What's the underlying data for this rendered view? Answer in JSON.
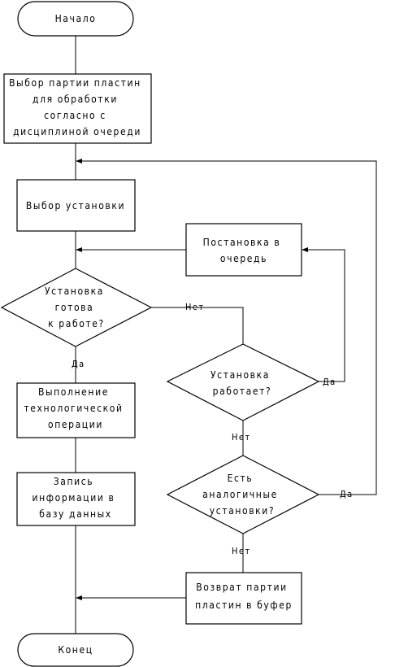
{
  "flowchart": {
    "start": "Начало",
    "select_batch": [
      "Выбор партии пластин",
      "для обработки",
      "согласно с",
      "дисциплиной очереди"
    ],
    "select_unit": "Выбор установки",
    "enqueue": [
      "Постановка в",
      "очередь"
    ],
    "unit_ready": [
      "Установка",
      "готова",
      "к работе?"
    ],
    "unit_working": [
      "Установка",
      "работает?"
    ],
    "process": [
      "Выполнение",
      "технологической",
      "операции"
    ],
    "record": [
      "Запись",
      "информации в",
      "базу данных"
    ],
    "similar_units": [
      "Есть",
      "аналогичные",
      "установки?"
    ],
    "return_batch": [
      "Возврат партии",
      "пластин в буфер"
    ],
    "end": "Конец",
    "labels": {
      "yes": "Да",
      "no": "Нет"
    }
  }
}
